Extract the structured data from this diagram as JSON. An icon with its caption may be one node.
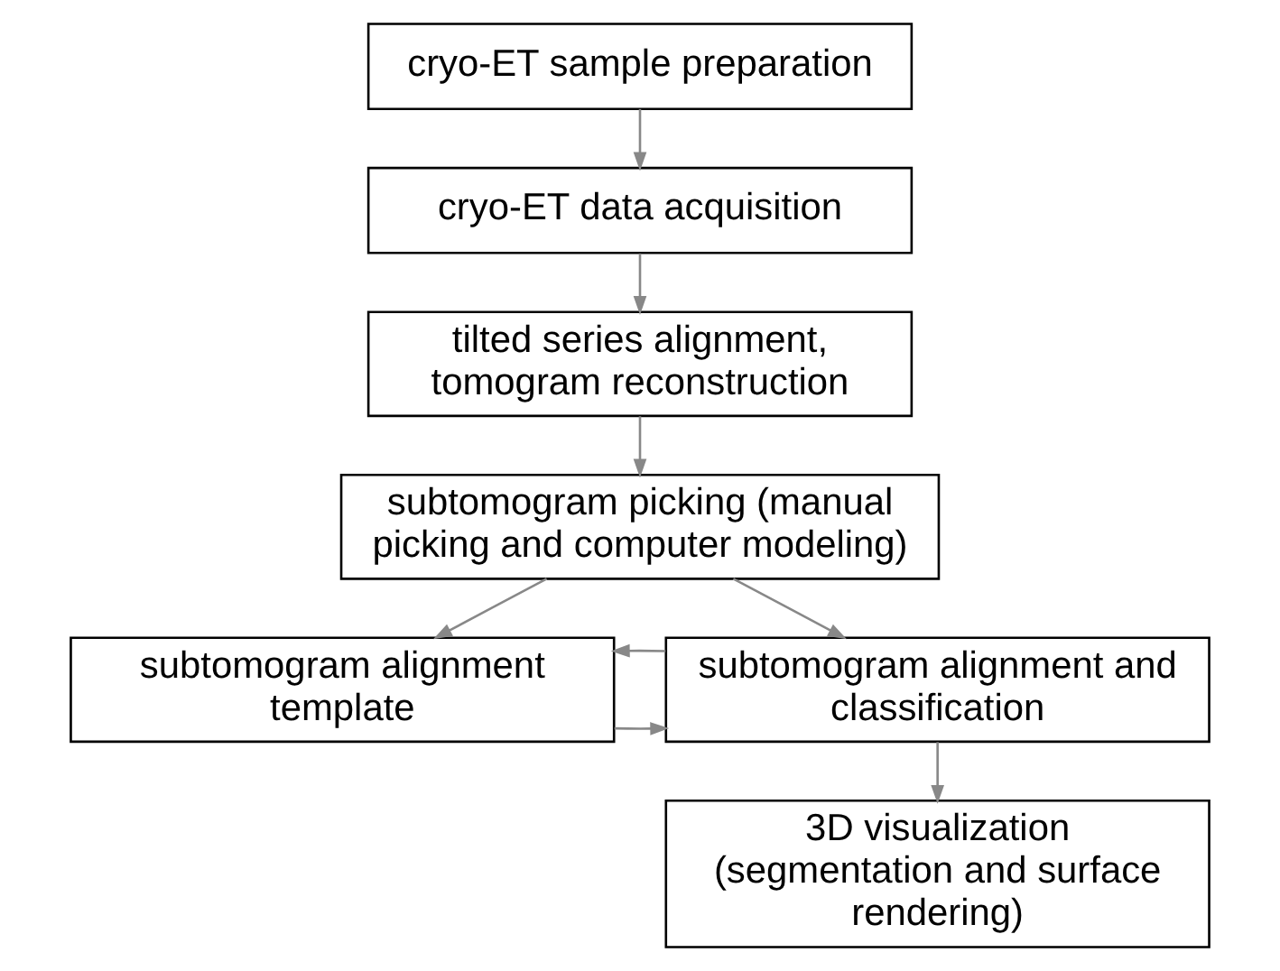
{
  "diagram": {
    "nodes": [
      {
        "text": [
          "cryo-ET sample preparation"
        ]
      },
      {
        "text": [
          "cryo-ET data acquisition"
        ]
      },
      {
        "text": [
          "tilted series alignment, tomogram reconstruction"
        ]
      },
      {
        "text": [
          "subtomogram picking (manual picking and computer modeling)"
        ]
      },
      {
        "text": [
          "subtomogram alignment template"
        ]
      },
      {
        "text": [
          "subtomogram alignment and classification"
        ]
      },
      {
        "text": [
          "3D visualization (segmentation and surface rendering)"
        ]
      }
    ],
    "edges": [
      {
        "from": 0,
        "to": 1,
        "arrow": "to"
      },
      {
        "from": 1,
        "to": 2,
        "arrow": "to"
      },
      {
        "from": 2,
        "to": 3,
        "arrow": "to"
      },
      {
        "from": 3,
        "to": 4,
        "arrow": "to"
      },
      {
        "from": 3,
        "to": 5,
        "arrow": "to"
      },
      {
        "from": 4,
        "to": 5,
        "arrow": "to"
      },
      {
        "from": 5,
        "to": 4,
        "arrow": "to"
      },
      {
        "from": 5,
        "to": 6,
        "arrow": "to"
      }
    ]
  }
}
